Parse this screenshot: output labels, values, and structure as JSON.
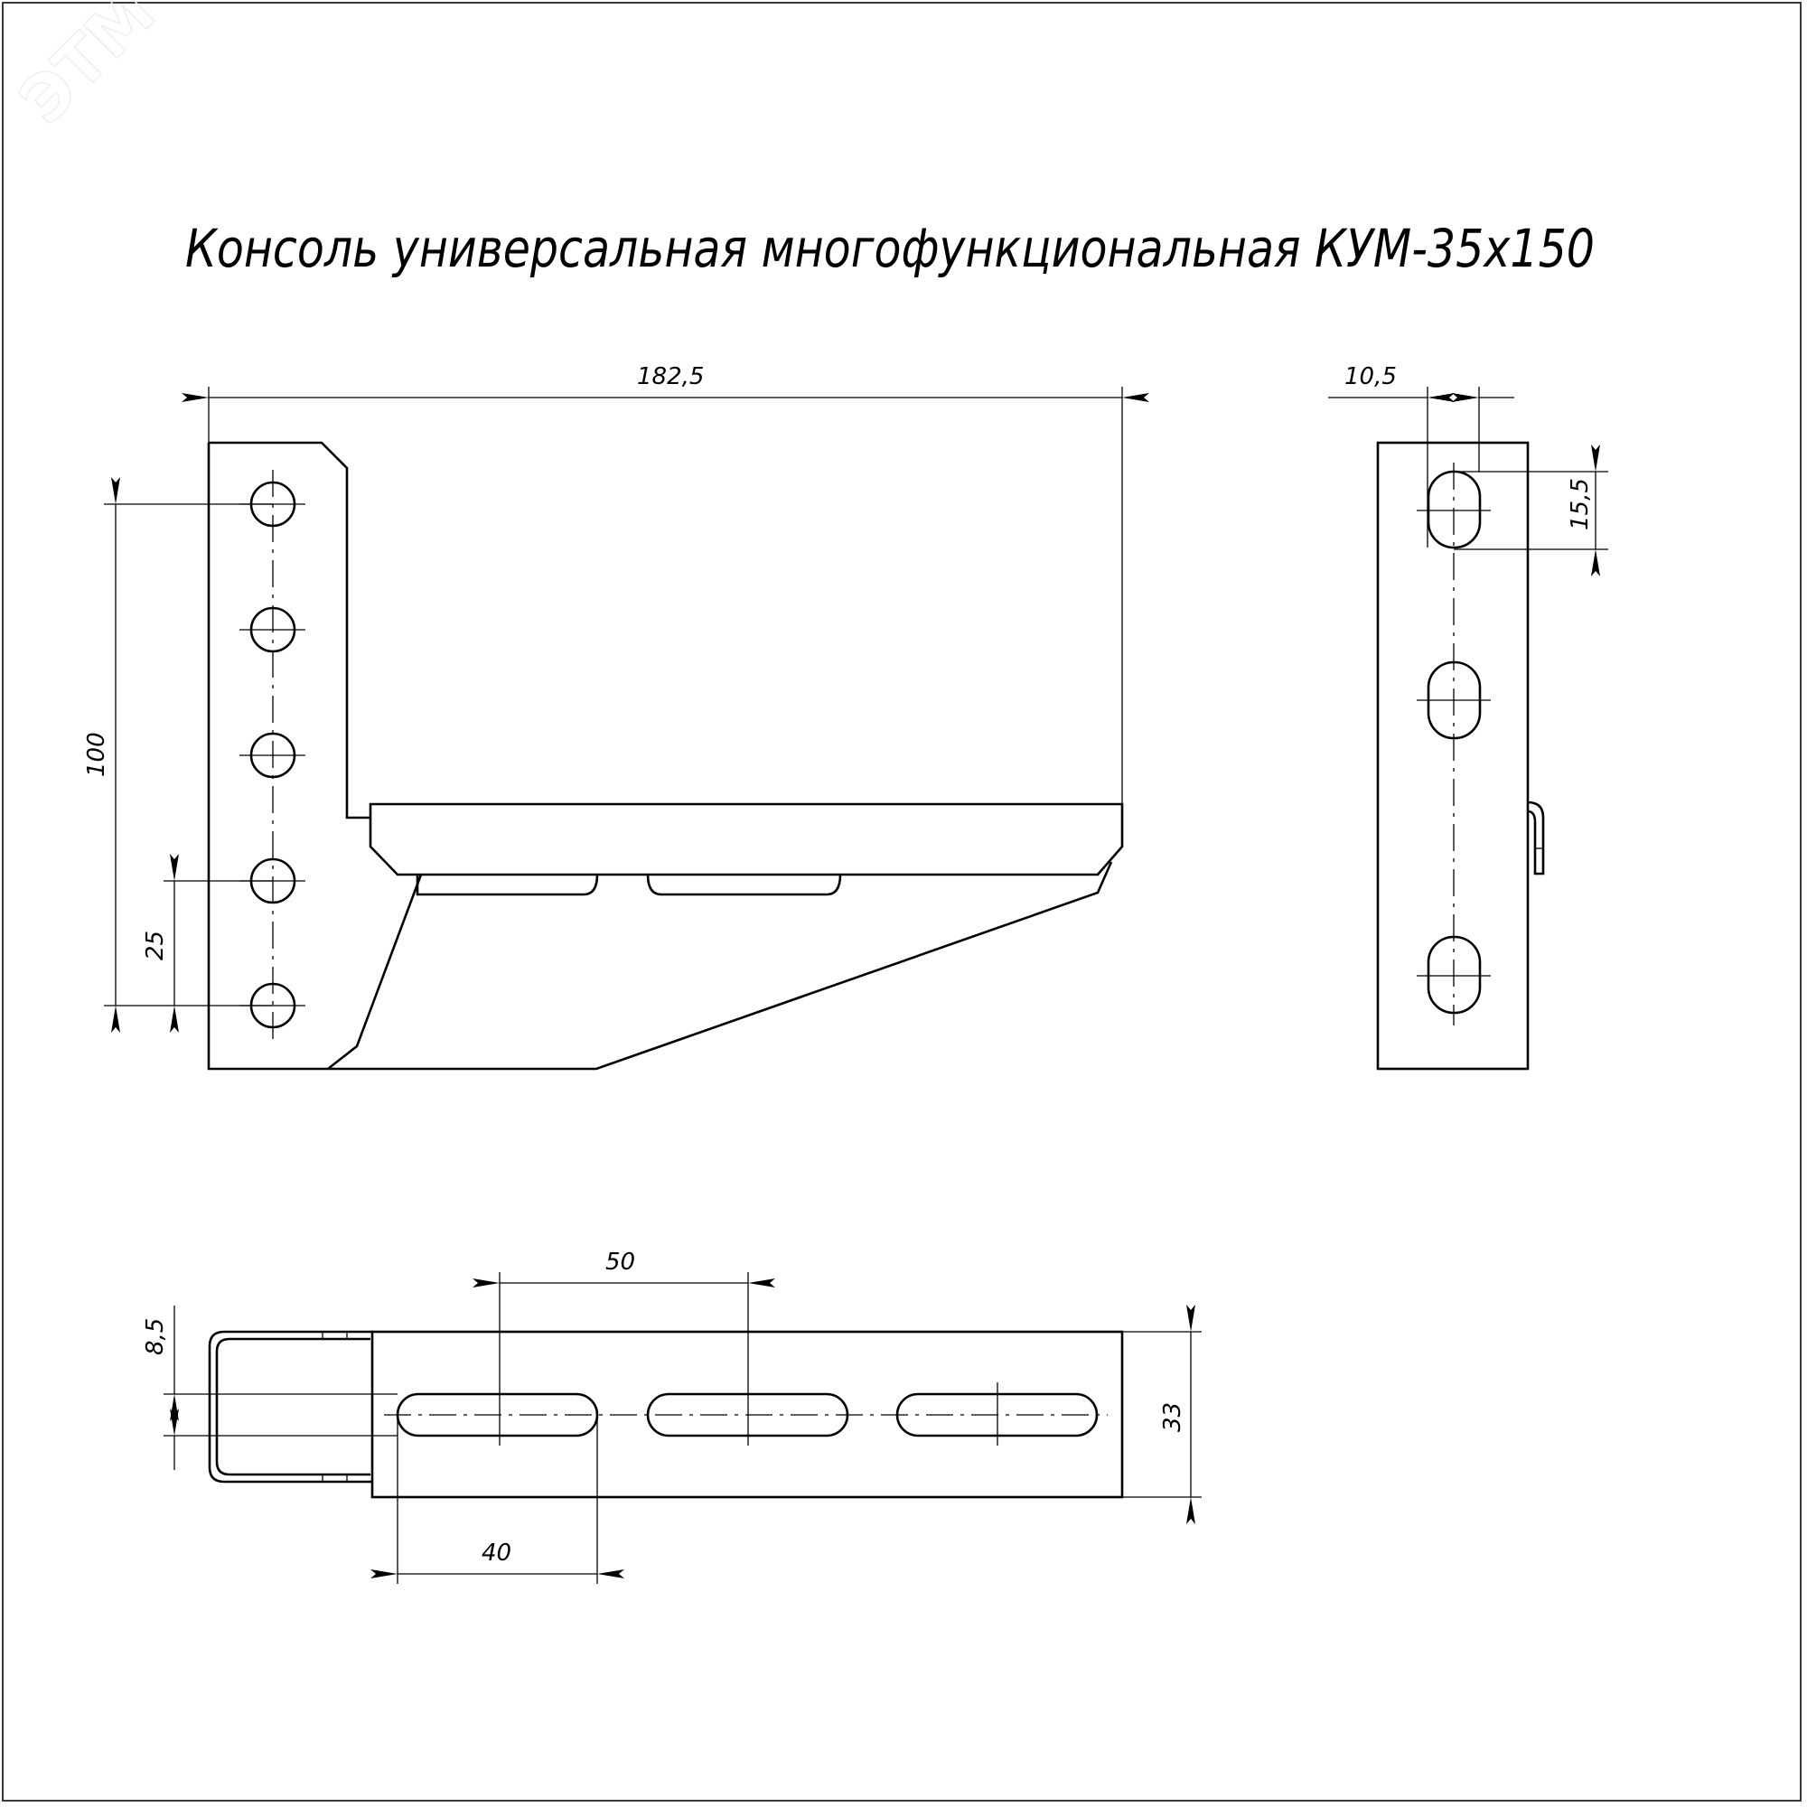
{
  "drawing": {
    "title": "Консоль универсальная многофункциональная КУМ-35х150",
    "watermark": "ЭТМ",
    "line_color": "#000000",
    "background": "#ffffff"
  },
  "front_view": {
    "dimensions": {
      "overall_length": "182,5",
      "hole_span": "100",
      "hole_pitch": "25"
    },
    "mounting_holes_count": 5,
    "bottom_slots_count": 2
  },
  "side_view": {
    "dimensions": {
      "slot_width": "10,5",
      "slot_height": "15,5"
    },
    "slots_count": 3
  },
  "top_view": {
    "dimensions": {
      "slot_pitch": "50",
      "slot_length": "40",
      "slot_width": "8,5",
      "width": "33"
    },
    "slots_count": 3
  }
}
